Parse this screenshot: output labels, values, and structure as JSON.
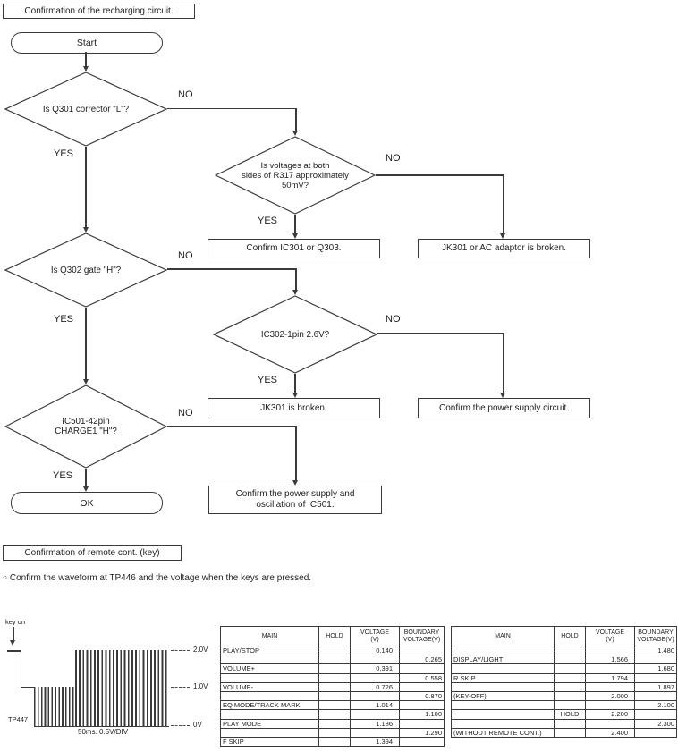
{
  "sections": {
    "recharging_title": "Confirmation of the recharging circuit.",
    "remote_title": "Confirmation of remote cont. (key)",
    "remote_note_bullet": "○",
    "remote_note": "Confirm the waveform at TP446 and the voltage when the keys are pressed."
  },
  "flowchart": {
    "labels": {
      "yes": "YES",
      "no": "NO"
    },
    "start": "Start",
    "ok": "OK",
    "decisions": {
      "q301": "Is Q301 corrector \"L\"?",
      "r317": "Is voltages at both\nsides of R317 approximately\n50mV?",
      "q302": "Is Q302 gate \"H\"?",
      "ic302": "IC302-1pin 2.6V?",
      "ic501": "IC501-42pin\nCHARGE1 \"H\"?"
    },
    "actions": {
      "confirm_ic301": "Confirm IC301 or Q303.",
      "jk301_or_ac": "JK301 or AC adaptor is broken.",
      "jk301_broken": "JK301 is broken.",
      "confirm_psu": "Confirm the power supply circuit.",
      "confirm_psu_osc": "Confirm the power supply and\noscillation of IC501."
    }
  },
  "waveform": {
    "key_on": "key on",
    "tp_label": "TP447",
    "level_2v": "2.0V",
    "level_1v": "1.0V",
    "level_0v": "0V",
    "scale_label": "50ms. 0.5V/DIV"
  },
  "tables": {
    "left": {
      "headers": [
        "MAIN",
        "HOLD",
        "VOLTAGE\n(V)",
        "BOUNDARY\nVOLTAGE(V)"
      ],
      "rows": [
        [
          "PLAY/STOP",
          "",
          "0.140",
          ""
        ],
        [
          "",
          "",
          "",
          "0.265"
        ],
        [
          "VOLUME+",
          "",
          "0.391",
          ""
        ],
        [
          "",
          "",
          "",
          "0.558"
        ],
        [
          "VOLUME-",
          "",
          "0.726",
          ""
        ],
        [
          "",
          "",
          "",
          "0.870"
        ],
        [
          "EQ MODE/TRACK MARK",
          "",
          "1.014",
          ""
        ],
        [
          "",
          "",
          "",
          "1.100"
        ],
        [
          "PLAY MODE",
          "",
          "1.186",
          ""
        ],
        [
          "",
          "",
          "",
          "1.290"
        ],
        [
          "F SKIP",
          "",
          "1.394",
          ""
        ]
      ]
    },
    "right": {
      "headers": [
        "MAIN",
        "HOLD",
        "VOLTAGE\n(V)",
        "BOUNDARY\nVOLTAGE(V)"
      ],
      "rows": [
        [
          "",
          "",
          "",
          "1.480"
        ],
        [
          "DISPLAY/LIGHT",
          "",
          "1.566",
          ""
        ],
        [
          "",
          "",
          "",
          "1.680"
        ],
        [
          "R SKIP",
          "",
          "1.794",
          ""
        ],
        [
          "",
          "",
          "",
          "1.897"
        ],
        [
          "(KEY-OFF)",
          "",
          "2.000",
          ""
        ],
        [
          "",
          "",
          "",
          "2.100"
        ],
        [
          "",
          "HOLD",
          "2.200",
          ""
        ],
        [
          "",
          "",
          "",
          "2.300"
        ],
        [
          "(WITHOUT REMOTE CONT.)",
          "",
          "2.400",
          ""
        ]
      ]
    }
  },
  "colors": {
    "ink": "#3a3a3a"
  }
}
